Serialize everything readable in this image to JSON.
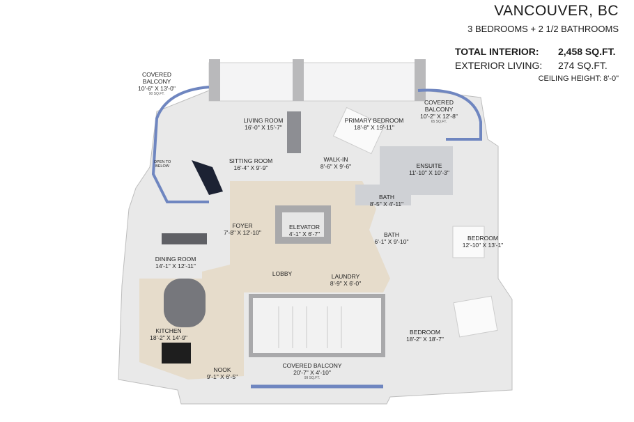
{
  "header": {
    "city": "VANCOUVER, BC",
    "bedrooms": "3 BEDROOMS + 2 1/2 BATHROOMS",
    "total_interior_label": "TOTAL INTERIOR:",
    "total_interior_value": "2,458 SQ.FT.",
    "exterior_label": "EXTERIOR LIVING:",
    "exterior_value": "274 SQ.FT.",
    "ceiling": "CEILING HEIGHT: 8'-0\""
  },
  "rooms": {
    "balcony_nw": {
      "name": "COVERED BALCONY",
      "dims": "10'-6\" X 13'-0\"",
      "area": "90 SQ.FT."
    },
    "living": {
      "name": "LIVING ROOM",
      "dims": "16'-0\" X 15'-7\""
    },
    "primary": {
      "name": "PRIMARY BEDROOM",
      "dims": "18'-8\" X 19'-11\""
    },
    "balcony_ne": {
      "name": "COVERED BALCONY",
      "dims": "10'-2\" X 12'-8\"",
      "area": "65 SQ.FT."
    },
    "open_below": {
      "name": "OPEN TO BELOW"
    },
    "sitting": {
      "name": "SITTING ROOM",
      "dims": "16'-4\" X 9'-9\""
    },
    "walkin": {
      "name": "WALK-IN",
      "dims": "8'-6\" X 9'-6\""
    },
    "ensuite": {
      "name": "ENSUITE",
      "dims": "11'-10\" X 10'-3\""
    },
    "bath1": {
      "name": "BATH",
      "dims": "8'-5\" X 4'-11\""
    },
    "foyer": {
      "name": "FOYER",
      "dims": "7'-8\" X 12'-10\""
    },
    "elevator": {
      "name": "ELEVATOR",
      "dims": "4'-1\" X 6'-7\""
    },
    "bath2": {
      "name": "BATH",
      "dims": "6'-1\" X 9'-10\""
    },
    "bedroom1": {
      "name": "BEDROOM",
      "dims": "12'-10\" X 13'-1\""
    },
    "dining": {
      "name": "DINING ROOM",
      "dims": "14'-1\" X 12'-11\""
    },
    "lobby": {
      "name": "LOBBY"
    },
    "laundry": {
      "name": "LAUNDRY",
      "dims": "8'-9\" X 6'-0\""
    },
    "kitchen": {
      "name": "KITCHEN",
      "dims": "18'-2\" X 14'-9\""
    },
    "bedroom2": {
      "name": "BEDROOM",
      "dims": "18'-2\" X 18'-7\""
    },
    "nook": {
      "name": "NOOK",
      "dims": "9'-1\" X 6'-5\""
    },
    "balcony_s": {
      "name": "COVERED BALCONY",
      "dims": "20'-7\" X 4'-10\"",
      "area": "99 SQ.FT."
    }
  },
  "colors": {
    "floor": "#e9e9e9",
    "wood": "#e6dccb",
    "wall": "#a9a9ab",
    "railing": "#6f86c0",
    "counter": "#76777c"
  }
}
